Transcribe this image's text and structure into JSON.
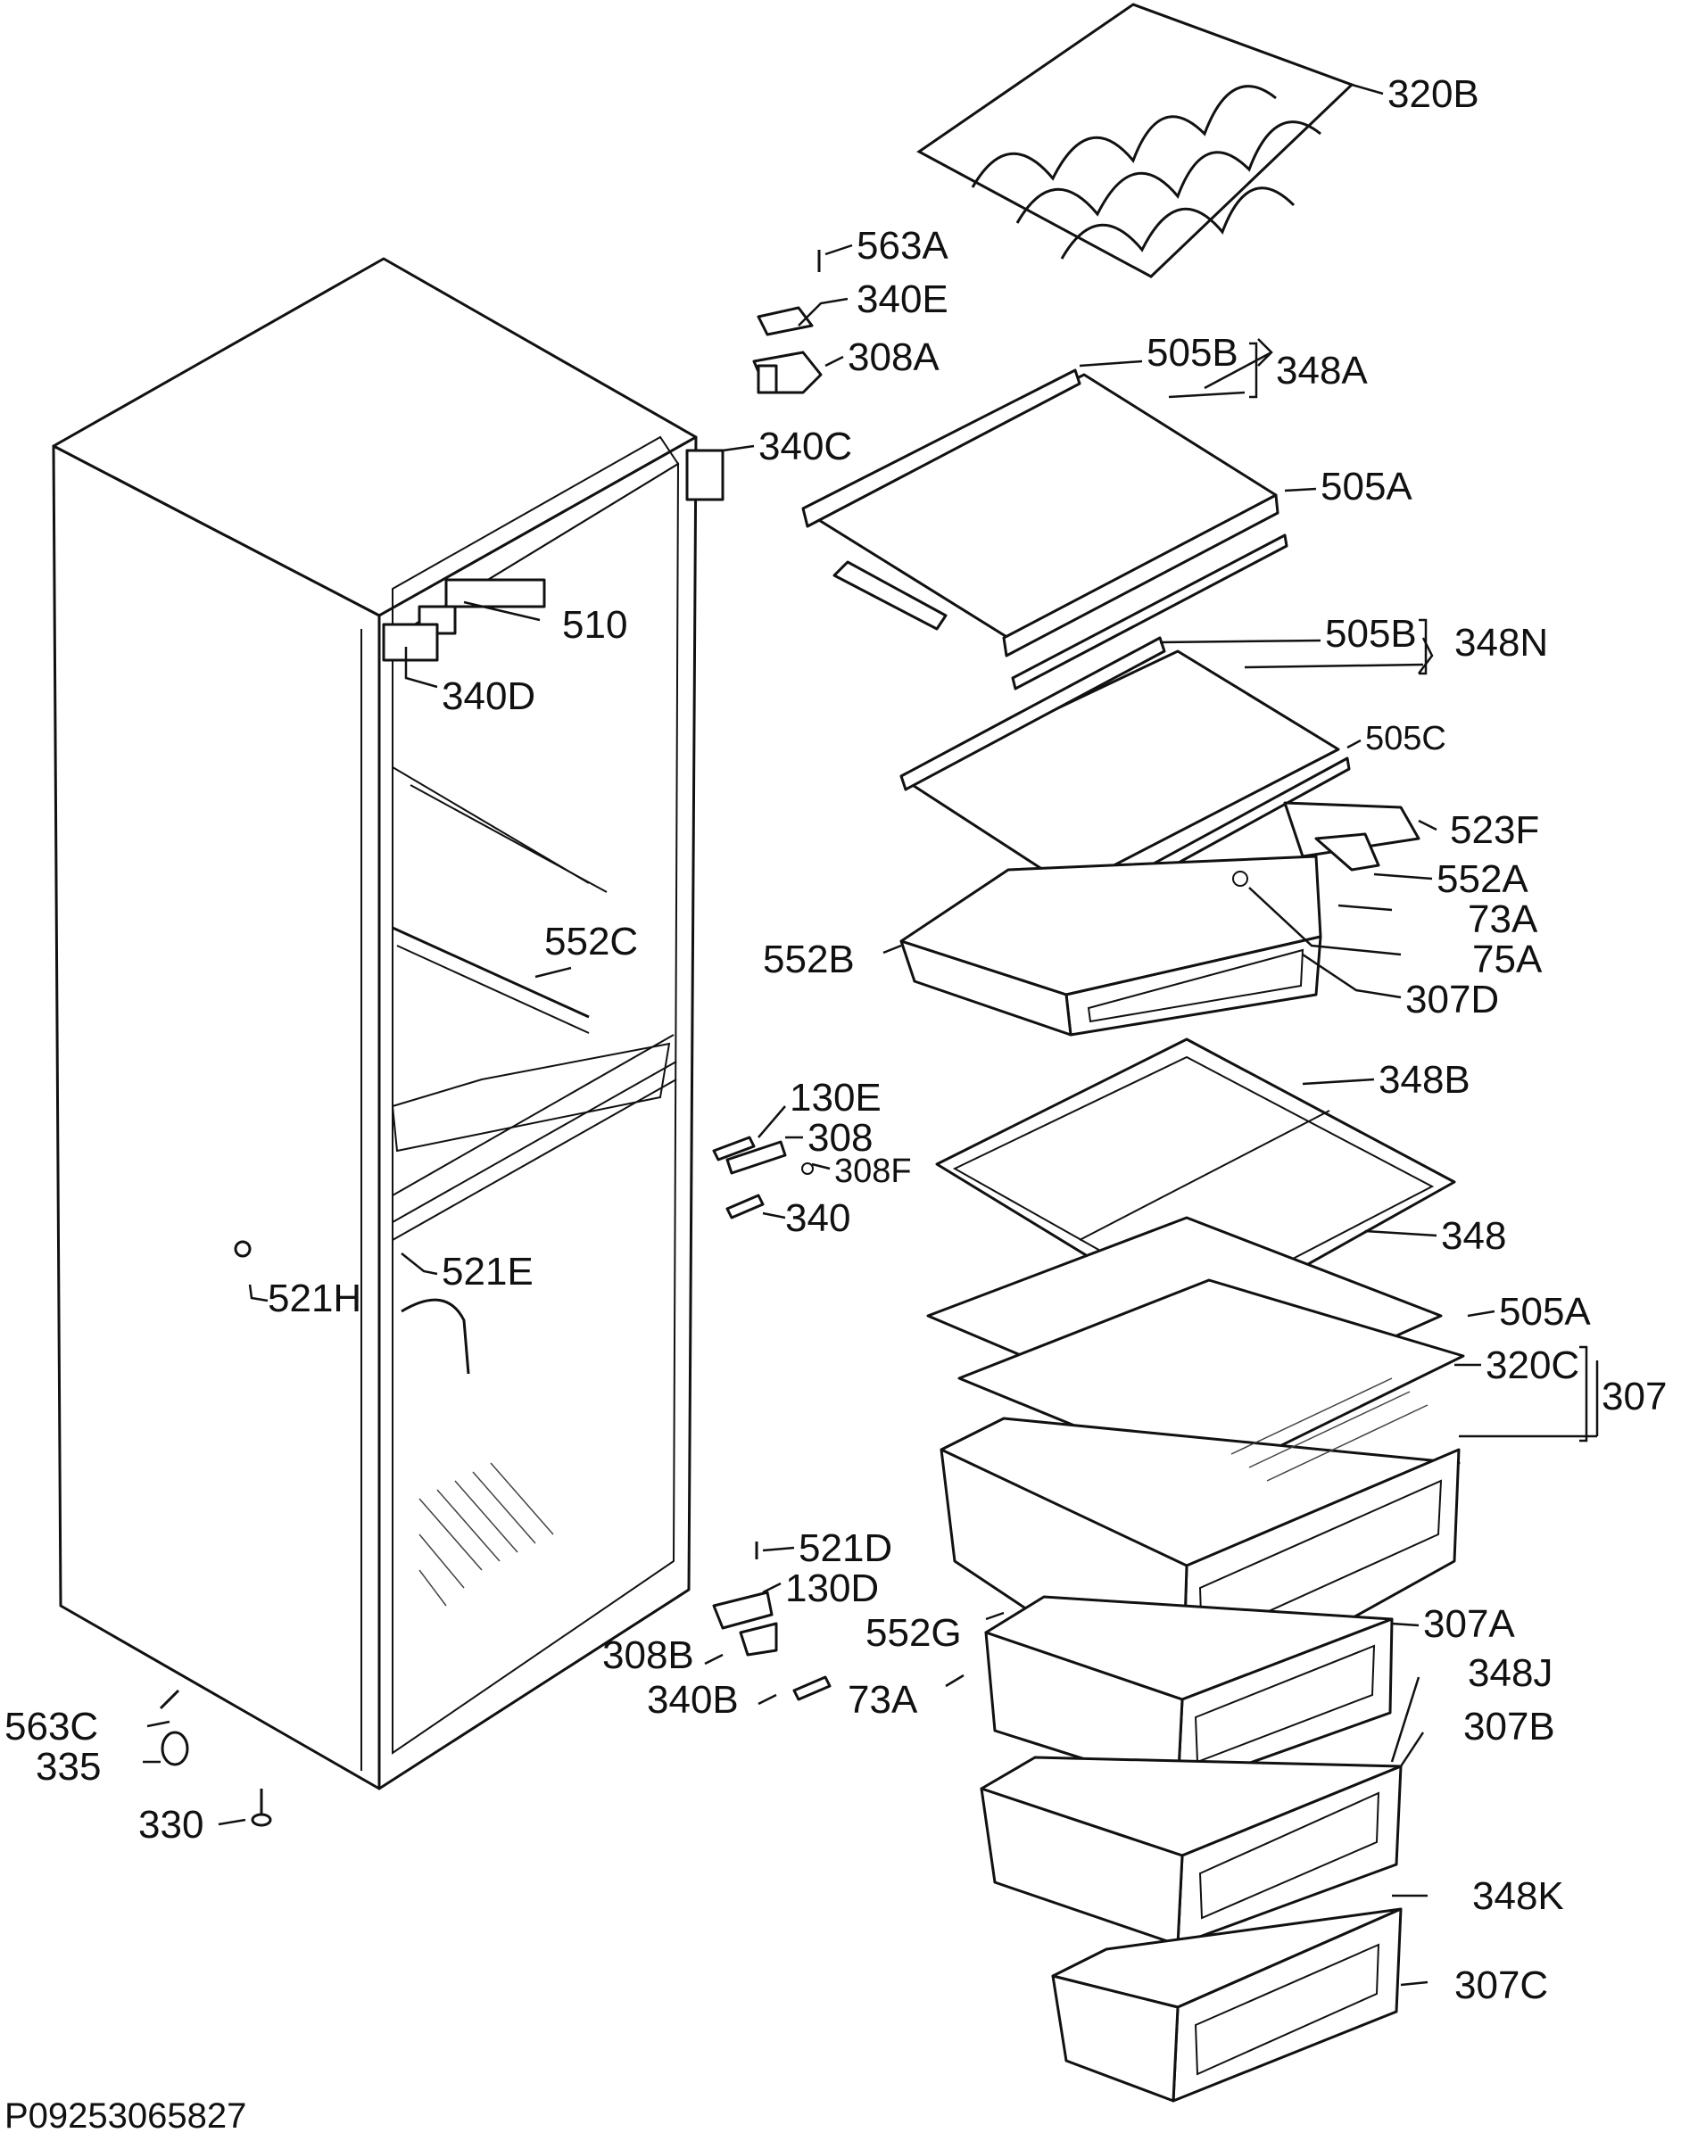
{
  "diagram_code": "P09253065827",
  "labels": {
    "l320B": "320B",
    "l563A": "563A",
    "l340E": "340E",
    "l308A": "308A",
    "l505B_top": "505B",
    "l348A": "348A",
    "l340C": "340C",
    "l505A_top": "505A",
    "l510": "510",
    "l340D": "340D",
    "l505B_mid": "505B",
    "l348N": "348N",
    "l505C": "505C",
    "l523F": "523F",
    "l552A": "552A",
    "l73A_right": "73A",
    "l75A": "75A",
    "l552B": "552B",
    "l307D": "307D",
    "l552C": "552C",
    "l348B": "348B",
    "l130E": "130E",
    "l308": "308",
    "l308F": "308F",
    "l340": "340",
    "l348": "348",
    "l505A_low": "505A",
    "l521H": "521H",
    "l521E": "521E",
    "l320C": "320C",
    "l307": "307",
    "l521D": "521D",
    "l130D": "130D",
    "l552G": "552G",
    "l307A": "307A",
    "l308B": "308B",
    "l348J": "348J",
    "l340B": "340B",
    "l73A_low": "73A",
    "l307B": "307B",
    "l563C": "563C",
    "l335": "335",
    "l330": "330",
    "l348K": "348K",
    "l307C": "307C"
  }
}
